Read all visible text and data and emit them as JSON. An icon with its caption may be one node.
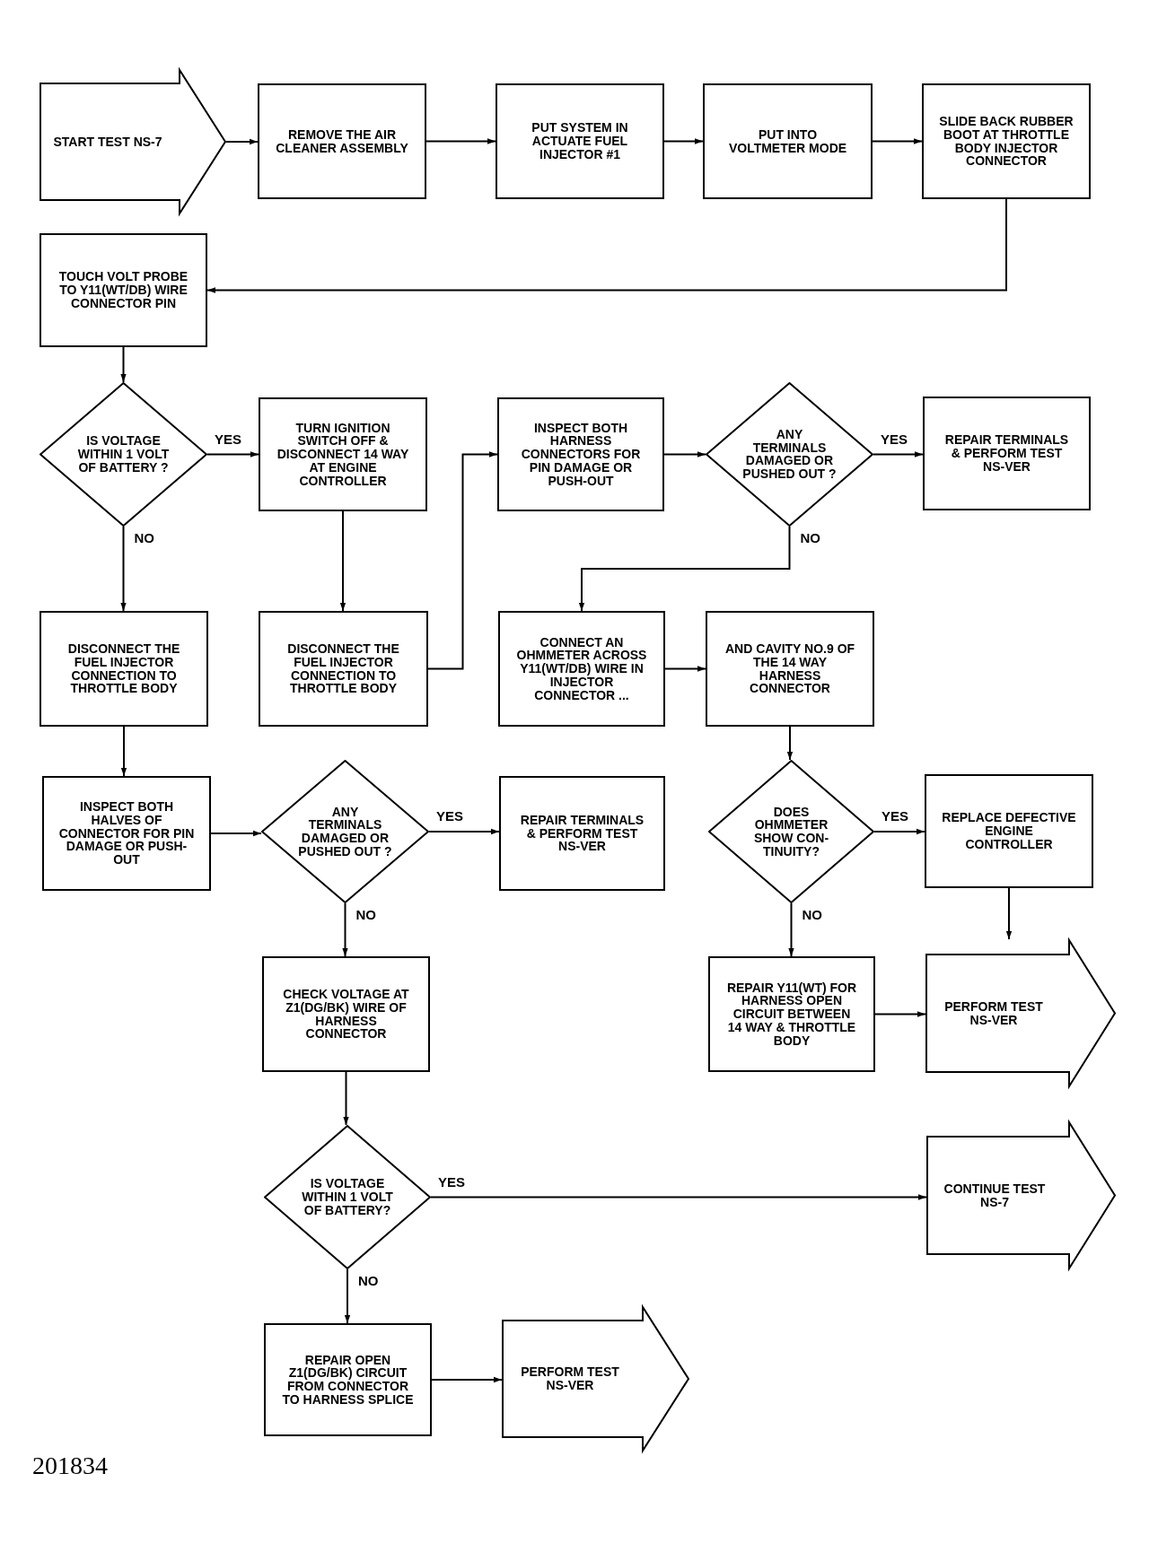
{
  "diagram": {
    "nodes": [
      {
        "text": [
          "START TEST NS-7"
        ]
      },
      {
        "text": [
          "REMOVE THE AIR CLEANER ASSEMBLY"
        ]
      },
      {
        "text": [
          "PUT SYSTEM IN ACTUATE FUEL INJECTOR #1"
        ]
      },
      {
        "text": [
          "PUT INTO VOLTMETER MODE"
        ]
      },
      {
        "text": [
          "SLIDE BACK RUBBER BOOT AT THROTTLE BODY INJECTOR CONNECTOR"
        ]
      },
      {
        "text": [
          "TOUCH VOLT PROBE TO Y11(WT/DB) WIRE CONNECTOR PIN"
        ]
      },
      {
        "text": [
          "IS VOLTAGE WITHIN 1 VOLT OF BATTERY ?"
        ]
      },
      {
        "text": [
          "TURN IGNITION SWITCH OFF & DISCONNECT 14 WAY AT ENGINE CONTROLLER"
        ]
      },
      {
        "text": [
          "INSPECT BOTH HARNESS CONNECTORS FOR PIN DAMAGE OR PUSH-OUT"
        ]
      },
      {
        "text": [
          "ANY TERMINALS DAMAGED OR PUSHED OUT ?"
        ]
      },
      {
        "text": [
          "REPAIR TERMINALS & PERFORM TEST NS-VER"
        ]
      },
      {
        "text": [
          "DISCONNECT THE FUEL INJECTOR CONNECTION TO THROTTLE BODY"
        ]
      },
      {
        "text": [
          "DISCONNECT THE FUEL INJECTOR CONNECTION TO THROTTLE BODY"
        ]
      },
      {
        "text": [
          "CONNECT AN OHMMETER ACROSS Y11(WT/DB) WIRE IN INJECTOR CONNECTOR ..."
        ]
      },
      {
        "text": [
          "AND CAVITY NO.9 OF THE 14 WAY HARNESS CONNECTOR"
        ]
      },
      {
        "text": [
          "INSPECT BOTH HALVES OF CONNECTOR FOR PIN DAMAGE OR PUSH-OUT"
        ]
      },
      {
        "text": [
          "ANY TERMINALS DAMAGED OR PUSHED OUT ?"
        ]
      },
      {
        "text": [
          "REPAIR TERMINALS & PERFORM TEST NS-VER"
        ]
      },
      {
        "text": [
          "DOES OHMMETER SHOW CON- TINUITY?"
        ]
      },
      {
        "text": [
          "REPLACE DEFECTIVE ENGINE CONTROLLER"
        ]
      },
      {
        "text": [
          "CHECK VOLTAGE AT Z1(DG/BK) WIRE OF HARNESS CONNECTOR"
        ]
      },
      {
        "text": [
          "REPAIR Y11(WT) FOR HARNESS OPEN CIRCUIT BETWEEN 14 WAY & THROTTLE BODY"
        ]
      },
      {
        "text": [
          "PERFORM TEST NS-VER"
        ]
      },
      {
        "text": [
          "IS VOLTAGE WITHIN 1 VOLT OF BATTERY?"
        ]
      },
      {
        "text": [
          "CONTINUE TEST NS-7"
        ]
      },
      {
        "text": [
          "REPAIR OPEN Z1(DG/BK) CIRCUIT FROM CONNECTOR TO HARNESS SPLICE"
        ]
      },
      {
        "text": [
          "PERFORM TEST NS-VER"
        ]
      }
    ],
    "edges": [
      {
        "from": 0,
        "to": 1,
        "arrow": "to"
      },
      {
        "from": 1,
        "to": 2,
        "arrow": "to"
      },
      {
        "from": 2,
        "to": 3,
        "arrow": "to"
      },
      {
        "from": 3,
        "to": 4,
        "arrow": "to"
      },
      {
        "from": 4,
        "to": 5,
        "arrow": "to"
      },
      {
        "from": 5,
        "to": 6,
        "arrow": "to"
      },
      {
        "from": 6,
        "to": 7,
        "arrow": "to",
        "label": "YES"
      },
      {
        "from": 6,
        "to": 11,
        "arrow": "to",
        "label": "NO"
      },
      {
        "from": 7,
        "to": 12,
        "arrow": "to"
      },
      {
        "from": 12,
        "to": 8,
        "arrow": "to"
      },
      {
        "from": 8,
        "to": 9,
        "arrow": "to"
      },
      {
        "from": 9,
        "to": 10,
        "arrow": "to",
        "label": "YES"
      },
      {
        "from": 9,
        "to": 13,
        "arrow": "to",
        "label": "NO"
      },
      {
        "from": 13,
        "to": 14,
        "arrow": "to"
      },
      {
        "from": 14,
        "to": 18,
        "arrow": "to"
      },
      {
        "from": 11,
        "to": 15,
        "arrow": "to"
      },
      {
        "from": 15,
        "to": 16,
        "arrow": "to"
      },
      {
        "from": 16,
        "to": 17,
        "arrow": "to",
        "label": "YES"
      },
      {
        "from": 16,
        "to": 20,
        "arrow": "to",
        "label": "NO"
      },
      {
        "from": 18,
        "to": 19,
        "arrow": "to",
        "label": "YES"
      },
      {
        "from": 18,
        "to": 21,
        "arrow": "to",
        "label": "NO"
      },
      {
        "from": 19,
        "to": 22,
        "arrow": "to"
      },
      {
        "from": 21,
        "to": 22,
        "arrow": "to"
      },
      {
        "from": 20,
        "to": 23,
        "arrow": "to"
      },
      {
        "from": 23,
        "to": 24,
        "arrow": "to",
        "label": "YES"
      },
      {
        "from": 23,
        "to": 25,
        "arrow": "to",
        "label": "NO"
      },
      {
        "from": 25,
        "to": 26,
        "arrow": "to"
      }
    ],
    "labels": [
      "201834"
    ]
  }
}
